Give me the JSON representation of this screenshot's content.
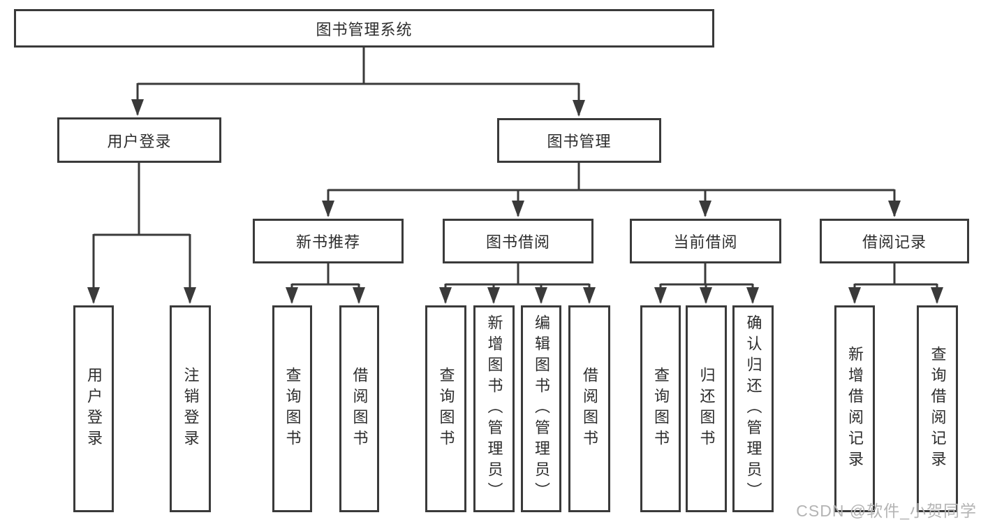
{
  "diagram": {
    "type": "hierarchy-tree",
    "colors": {
      "line": "#3a3a3a",
      "box_border": "#3a3a3a",
      "text": "#2d2d2d",
      "watermark": "#b4b4b4",
      "background": "#ffffff"
    },
    "nodes": {
      "root": "图书管理系统",
      "user_login": "用户登录",
      "book_mgmt": "图书管理",
      "new_book_rec": "新书推荐",
      "book_borrow": "图书借阅",
      "current_borrow": "当前借阅",
      "borrow_records": "借阅记录",
      "leaf_user_login": "用户登录",
      "leaf_logout": "注销登录",
      "leaf_nb_query": "查询图书",
      "leaf_nb_borrow": "借阅图书",
      "leaf_bb_query": "查询图书",
      "leaf_bb_add": "新增图书（管理员）",
      "leaf_bb_edit": "编辑图书（管理员）",
      "leaf_bb_borrow": "借阅图书",
      "leaf_cb_query": "查询图书",
      "leaf_cb_return": "归还图书",
      "leaf_cb_confirm": "确认归还（管理员）",
      "leaf_br_add": "新增借阅记录",
      "leaf_br_query": "查询借阅记录"
    },
    "watermark": "CSDN @软件_小贺同学"
  }
}
